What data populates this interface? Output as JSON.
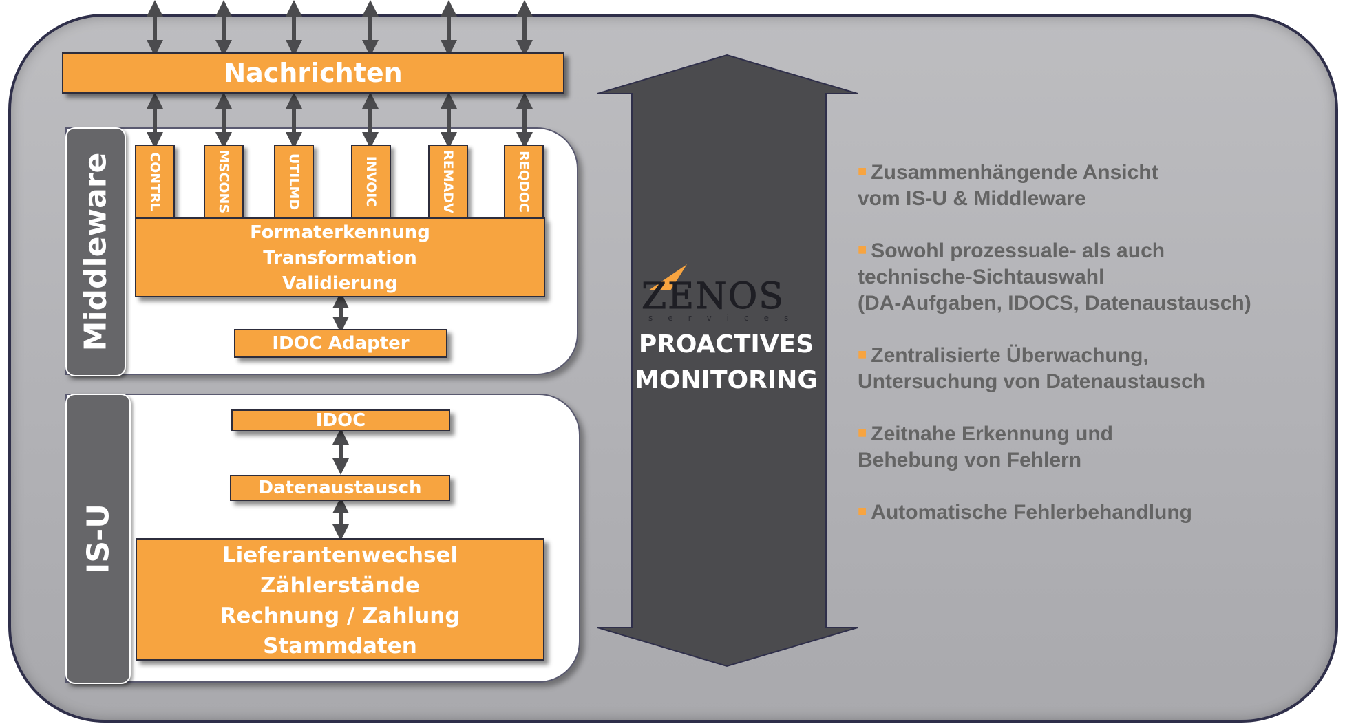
{
  "top": {
    "nachrichten": "Nachrichten"
  },
  "middleware": {
    "label": "Middleware",
    "messages": [
      "CONTRL",
      "MSCONS",
      "UTILMD",
      "INVOIC",
      "REMADV",
      "REQDOC"
    ],
    "processing": [
      "Formaterkennung",
      "Transformation",
      "Validierung"
    ],
    "adapter": "IDOC Adapter"
  },
  "isu": {
    "label": "IS-U",
    "idoc": "IDOC",
    "datenaustausch": "Datenaustausch",
    "processes": [
      "Lieferantenwechsel",
      "Zählerstände",
      "Rechnung / Zahlung",
      "Stammdaten"
    ]
  },
  "center": {
    "logo_text": "ZENOS",
    "logo_sub": "services",
    "monitoring": [
      "PROACTIVES",
      "MONITORING"
    ]
  },
  "bullets": [
    [
      "Zusammenhängende Ansicht",
      "vom IS-U & Middleware"
    ],
    [
      "Sowohl prozessuale- als auch",
      "technische-Sichtauswahl",
      "(DA-Aufgaben, IDOCS, Datenaustausch)"
    ],
    [
      "Zentralisierte Überwachung,",
      "Untersuchung von Datenaustausch"
    ],
    [
      "Zeitnahe Erkennung und",
      "Behebung von Fehlern"
    ],
    [
      "Automatische Fehlerbehandlung"
    ]
  ],
  "colors": {
    "orange": "#f7a440",
    "dark_gray": "#4b4b4e",
    "text_gray": "#646464"
  }
}
